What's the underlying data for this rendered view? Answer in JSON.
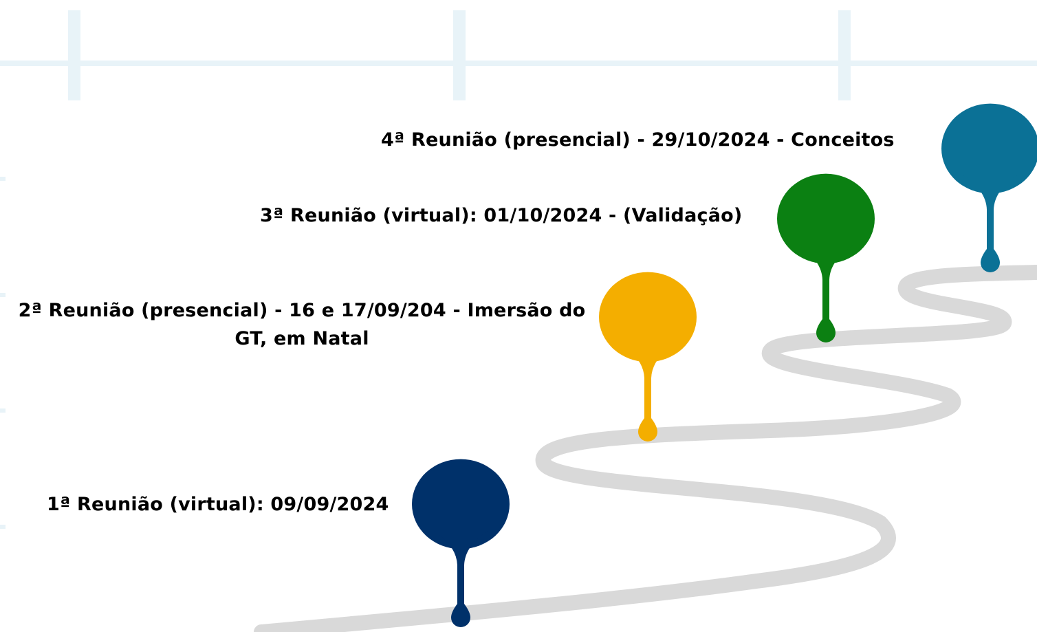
{
  "milestones": [
    {
      "label": "1ª Reunião (virtual): 09/09/2024",
      "color": "#00316a"
    },
    {
      "label": "2ª Reunião (presencial) - 16 e 17/09/204 - Imersão do GT, em Natal",
      "color": "#f4ae00"
    },
    {
      "label": "3ª Reunião (virtual): 01/10/2024 - (Validação)",
      "color": "#0b8012"
    },
    {
      "label": "4ª Reunião (presencial) - 29/10/2024 - Conceitos",
      "color": "#0b7196"
    }
  ],
  "colors": {
    "road": "#d9d9d9",
    "grid": "#e8f3f8"
  }
}
